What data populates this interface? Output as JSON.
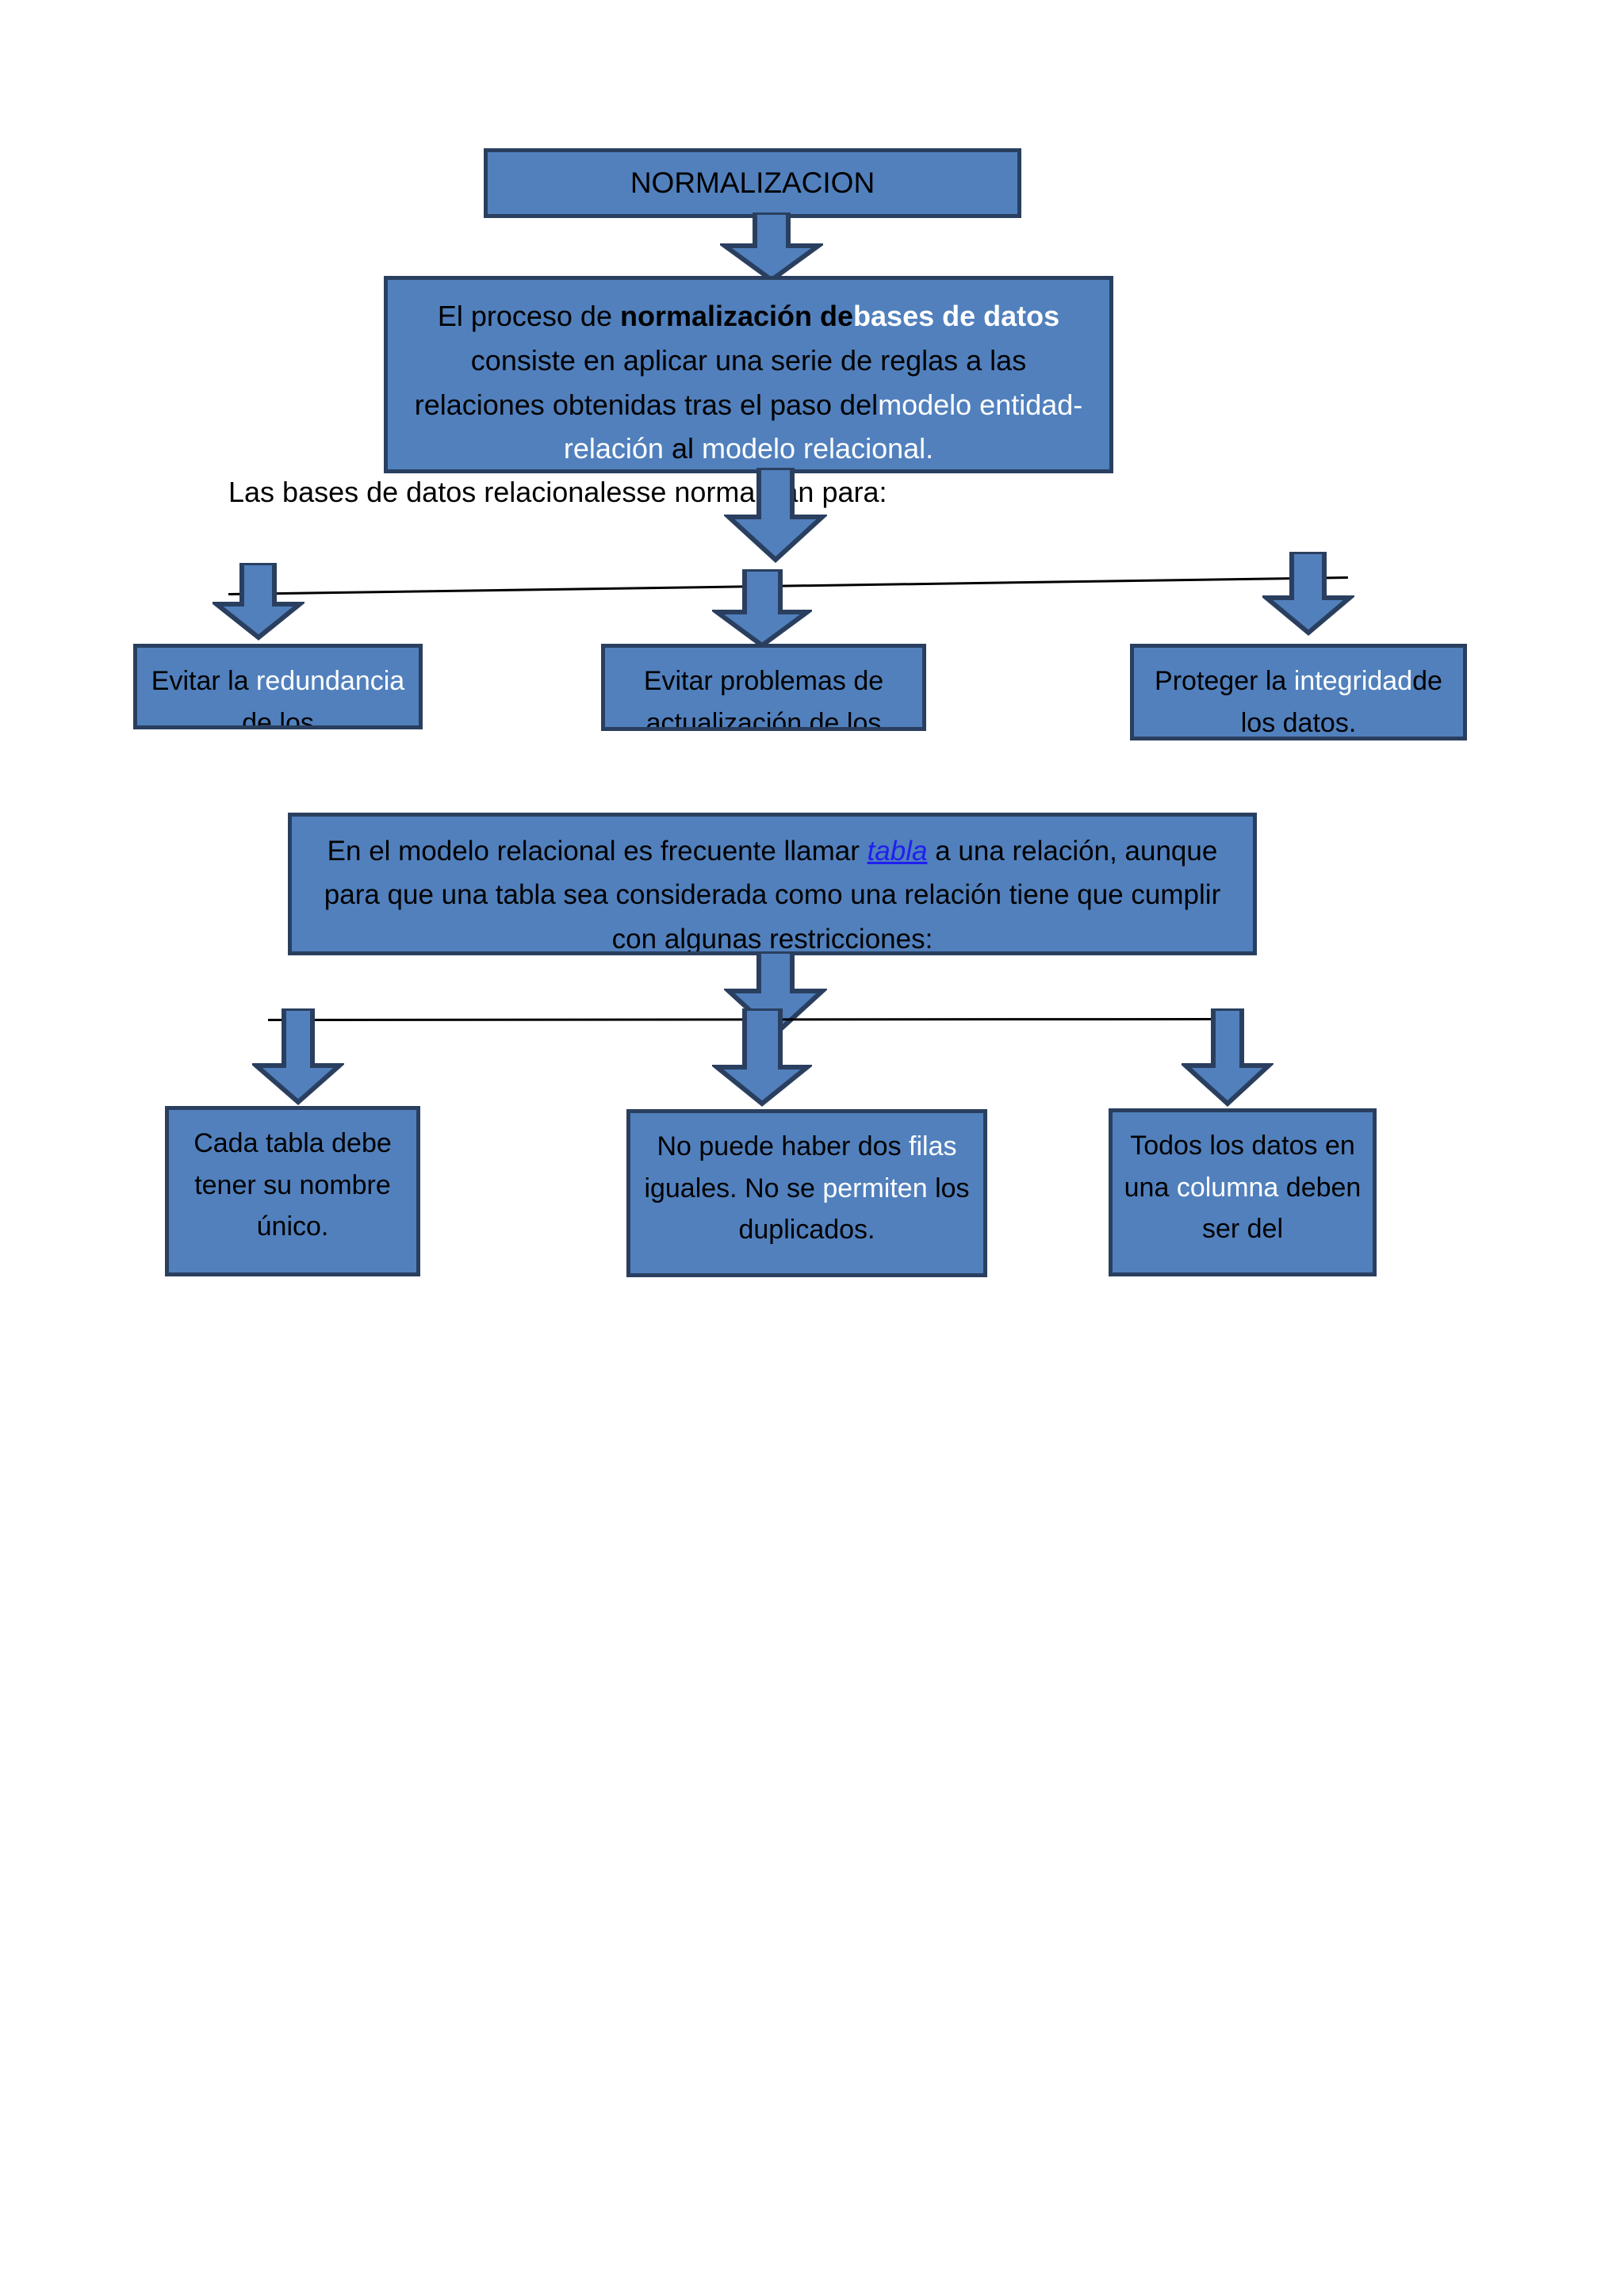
{
  "document": {
    "title": "NORMALIZACION"
  },
  "colors": {
    "box_fill": "#5180bd",
    "box_border": "#2a3f5f",
    "text_black": "#000000",
    "text_white": "#ffffff",
    "hyperlink": "#1f1ff0",
    "connector_line": "#000000",
    "page_background": "#ffffff"
  },
  "nodes": {
    "title": {
      "label": "NORMALIZACION"
    },
    "intro": {
      "segments": [
        {
          "text": "El proceso de ",
          "color": "black",
          "bold": false
        },
        {
          "text": "normalización de",
          "color": "black",
          "bold": true
        },
        {
          "text": "bases de datos",
          "color": "white",
          "bold": true
        },
        {
          "text": " consiste en aplicar una serie de reglas a las relaciones obtenidas tras el paso del",
          "color": "black",
          "bold": false
        },
        {
          "text": "modelo entidad-relación ",
          "color": "white",
          "bold": false
        },
        {
          "text": "al",
          "color": "black",
          "bold": false
        },
        {
          "text": " modelo relacional.",
          "color": "white",
          "bold": false
        }
      ],
      "plain_text": "El proceso de normalización debases de datos consiste en aplicar una serie de reglas a las relaciones obtenidas tras el paso delmodelo entidad-relación al modelo relacional."
    },
    "free_text": {
      "label": "Las bases de datos relacionalesse normalizan para:"
    },
    "row1": [
      {
        "name": "evitar-redundancia",
        "segments": [
          {
            "text": "Evitar la ",
            "color": "black"
          },
          {
            "text": "redundancia",
            "color": "white"
          },
          {
            "text": " de los",
            "color": "black"
          }
        ],
        "plain_text": "Evitar la redundancia de los"
      },
      {
        "name": "evitar-problemas-actualizacion",
        "segments": [
          {
            "text": "Evitar problemas de actualización de los",
            "color": "black"
          }
        ],
        "plain_text": "Evitar problemas de actualización de los"
      },
      {
        "name": "proteger-integridad",
        "segments": [
          {
            "text": "Proteger la ",
            "color": "black"
          },
          {
            "text": "integridad",
            "color": "white"
          },
          {
            "text": "de los datos.",
            "color": "black"
          }
        ],
        "plain_text": "Proteger la integridadde los datos."
      }
    ],
    "rules": {
      "segments": [
        {
          "text": "En el modelo relacional es frecuente llamar ",
          "color": "black",
          "link": false
        },
        {
          "text": "tabla",
          "color": "link",
          "link": true
        },
        {
          "text": " a una relación, aunque para que una tabla sea considerada como una relación tiene que cumplir con algunas restricciones:",
          "color": "black",
          "link": false
        }
      ],
      "plain_text": "En el modelo relacional es frecuente llamar tabla a una relación, aunque para que una tabla sea considerada como una relación tiene que cumplir con algunas restricciones:"
    },
    "row2": [
      {
        "name": "nombre-unico",
        "segments": [
          {
            "text": "Cada tabla debe tener su nombre único.",
            "color": "black"
          }
        ],
        "plain_text": "Cada tabla debe tener su nombre único."
      },
      {
        "name": "sin-filas-duplicadas",
        "segments": [
          {
            "text": "No puede haber dos ",
            "color": "black"
          },
          {
            "text": "filas",
            "color": "white"
          },
          {
            "text": " iguales. No se ",
            "color": "black"
          },
          {
            "text": "permiten",
            "color": "white"
          },
          {
            "text": " los duplicados.",
            "color": "black"
          }
        ],
        "plain_text": "No puede haber dos filas iguales. No se permiten los duplicados."
      },
      {
        "name": "mismo-tipo-columna",
        "segments": [
          {
            "text": "Todos los datos en una ",
            "color": "black"
          },
          {
            "text": "columna",
            "color": "white"
          },
          {
            "text": " deben ser del",
            "color": "black"
          }
        ],
        "plain_text": "Todos los datos en una columna deben ser del"
      }
    ]
  },
  "connectors": {
    "arrows": [
      {
        "name": "arrow-title-to-intro"
      },
      {
        "name": "arrow-intro-to-branch"
      },
      {
        "name": "arrow-branch-left-1"
      },
      {
        "name": "arrow-branch-center-1"
      },
      {
        "name": "arrow-branch-right-1"
      },
      {
        "name": "arrow-rules-to-branch"
      },
      {
        "name": "arrow-branch-left-2"
      },
      {
        "name": "arrow-branch-center-2"
      },
      {
        "name": "arrow-branch-right-2"
      }
    ],
    "lines": [
      {
        "name": "branch-line-1"
      },
      {
        "name": "branch-line-2"
      }
    ]
  }
}
